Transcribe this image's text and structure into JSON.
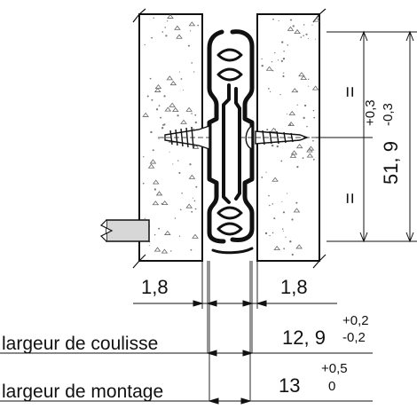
{
  "dimensions": {
    "left_gap": "1,8",
    "right_gap": "1,8",
    "height_nominal": "51, 9",
    "height_tol_plus": "+0,3",
    "height_tol_minus": "-0,3",
    "equal_mark": "="
  },
  "rows": [
    {
      "label": "largeur de coulisse",
      "value": "12, 9",
      "tol_plus": "+0,2",
      "tol_minus": "-0,2"
    },
    {
      "label": "largeur de montage",
      "value": "13",
      "tol_plus": "+0,5",
      "tol_minus": "0"
    }
  ],
  "colors": {
    "ink": "#111111",
    "panel_fill": "#ffffff",
    "stipple": "#555555",
    "foam": "#cfcfcf"
  }
}
